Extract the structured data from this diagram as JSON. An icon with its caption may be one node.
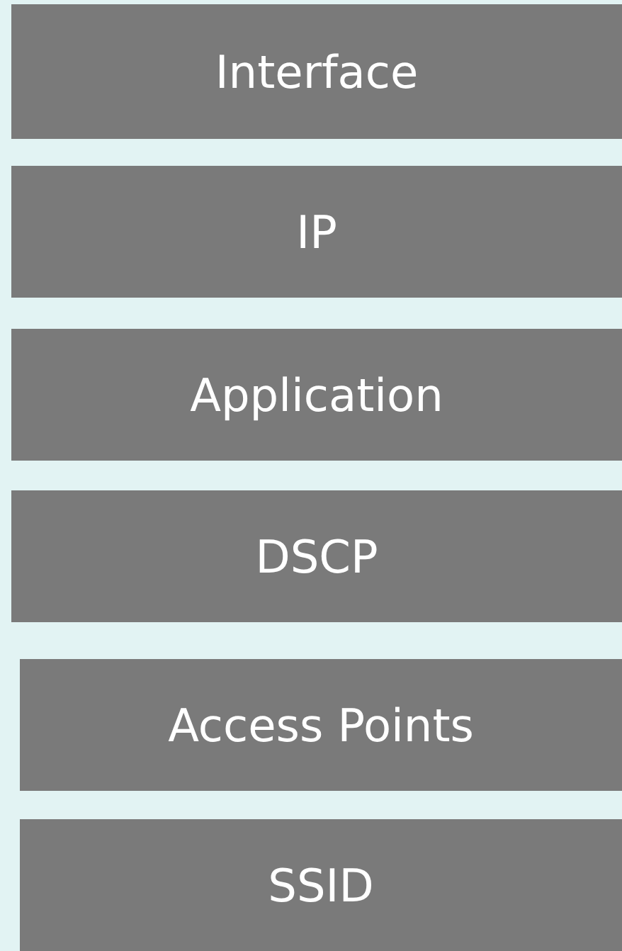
{
  "diagram": {
    "nodes": [
      {
        "text": [
          "Interface"
        ]
      },
      {
        "text": [
          "IP"
        ]
      },
      {
        "text": [
          "Application"
        ]
      },
      {
        "text": [
          "DSCP"
        ]
      },
      {
        "text": [
          "Access Points"
        ]
      },
      {
        "text": [
          "SSID"
        ]
      }
    ]
  }
}
